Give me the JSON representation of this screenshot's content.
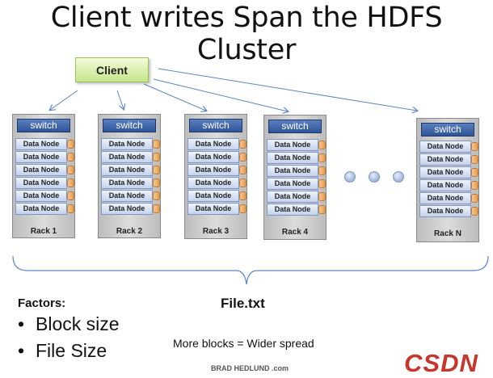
{
  "title": "Client writes Span the HDFS Cluster",
  "client": {
    "label": "Client"
  },
  "racks": [
    {
      "label": "Rack 1",
      "switch": "switch",
      "nodes": [
        "Data Node",
        "Data Node",
        "Data Node",
        "Data Node",
        "Data Node",
        "Data Node"
      ]
    },
    {
      "label": "Rack 2",
      "switch": "switch",
      "nodes": [
        "Data Node",
        "Data Node",
        "Data Node",
        "Data Node",
        "Data Node",
        "Data Node"
      ]
    },
    {
      "label": "Rack 3",
      "switch": "switch",
      "nodes": [
        "Data Node",
        "Data Node",
        "Data Node",
        "Data Node",
        "Data Node",
        "Data Node"
      ]
    },
    {
      "label": "Rack 4",
      "switch": "switch",
      "nodes": [
        "Data Node",
        "Data Node",
        "Data Node",
        "Data Node",
        "Data Node",
        "Data Node"
      ]
    },
    {
      "label": "Rack N",
      "switch": "switch",
      "nodes": [
        "Data Node",
        "Data Node",
        "Data Node",
        "Data Node",
        "Data Node",
        "Data Node"
      ]
    }
  ],
  "factors": {
    "heading": "Factors:",
    "items": [
      "Block size",
      "File Size"
    ]
  },
  "file_label": "File.txt",
  "spread_note": "More blocks = Wider spread",
  "credit": "BRAD HEDLUND .com",
  "watermark": "CSDN",
  "colors": {
    "client_fill": "#c5e68c",
    "switch_fill": "#2e5597",
    "rack_fill": "#cfcfcf",
    "node_fill": "#c3d3ec",
    "disk_fill": "#e69a4f",
    "arrow": "#5b86c4",
    "watermark": "#c6362d"
  }
}
